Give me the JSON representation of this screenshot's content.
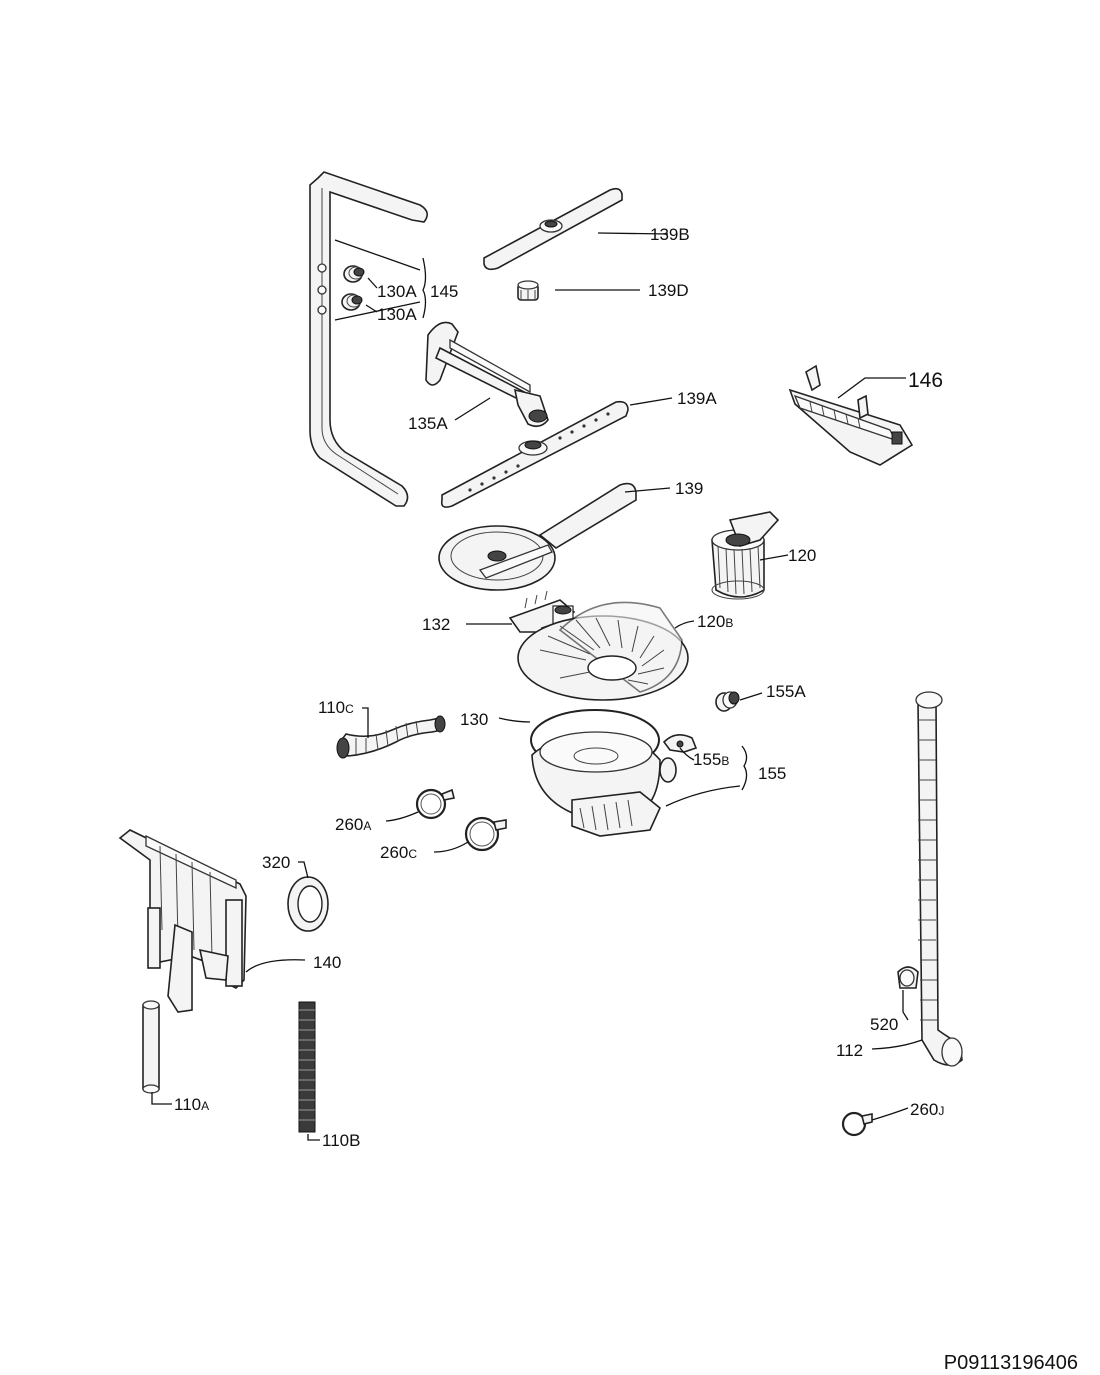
{
  "labels": {
    "l139b": "139B",
    "l139d": "139D",
    "l130a_1": "130A",
    "l130a_2": "130A",
    "l145": "145",
    "l146": "146",
    "l135a": "135A",
    "l139a": "139A",
    "l139": "139",
    "l120": "120",
    "l132": "132",
    "l120b_main": "120",
    "l120b_sub": "B",
    "l110c_main": "110",
    "l110c_sub": "C",
    "l130": "130",
    "l155a": "155A",
    "l155b_main": "155",
    "l155b_sub": "B",
    "l155": "155",
    "l260a_main": "260",
    "l260a_sub": "A",
    "l260c_main": "260",
    "l260c_sub": "C",
    "l320": "320",
    "l140": "140",
    "l520": "520",
    "l112": "112",
    "l260j_main": "260",
    "l260j_sub": "J",
    "l110a_main": "110",
    "l110a_sub": "A",
    "l110b": "110B"
  },
  "document_code": "P09113196406"
}
